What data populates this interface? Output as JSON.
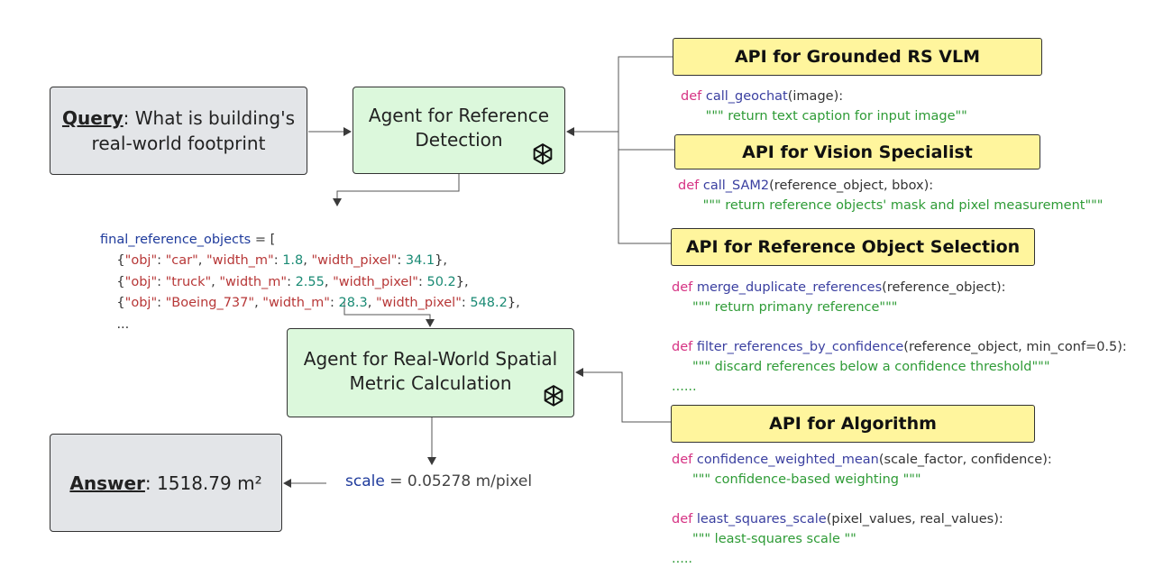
{
  "query": {
    "label": "Query",
    "text": ": What is building's",
    "text2": "real-world footprint"
  },
  "agent_reference": {
    "line1": "Agent for Reference",
    "line2": "Detection"
  },
  "agent_metric": {
    "line1": "Agent for Real-World Spatial",
    "line2": "Metric Calculation"
  },
  "answer": {
    "label": "Answer",
    "text": ": 1518.79 m²"
  },
  "final_refs": {
    "header_var": "final_reference_objects",
    "header_rest": " = [",
    "rows": [
      {
        "k1": "\"obj\"",
        "v1": "\"car\"",
        "k2": "\"width_m\"",
        "v2": "1.8",
        "k3": "\"width_pixel\"",
        "v3": "34.1"
      },
      {
        "k1": "\"obj\"",
        "v1": "\"truck\"",
        "k2": "\"width_m\"",
        "v2": "2.55",
        "k3": "\"width_pixel\"",
        "v3": "50.2"
      },
      {
        "k1": "\"obj\"",
        "v1": "\"Boeing_737\"",
        "k2": "\"width_m\"",
        "v2": "28.3",
        "k3": "\"width_pixel\"",
        "v3": "548.2"
      }
    ],
    "ellipsis": "..."
  },
  "scale": {
    "var": "scale",
    "eq": " = ",
    "value": "0.05278 m/pixel"
  },
  "apis": {
    "grounded": {
      "title": "API for Grounded RS VLM",
      "fn_name": "call_geochat",
      "args": "(image):",
      "doc": "\"\"\" return text caption for input image\"\""
    },
    "vision": {
      "title": "API for Vision Specialist",
      "fn_name": "call_SAM2",
      "args": "(reference_object, bbox):",
      "doc": "\"\"\" return reference objects' mask and pixel measurement\"\"\""
    },
    "selection": {
      "title": "API for Reference Object Selection",
      "fn1_name": "merge_duplicate_references",
      "fn1_args": "(reference_object):",
      "fn1_doc": "\"\"\" return primany reference\"\"\"",
      "fn2_name": "filter_references_by_confidence",
      "fn2_args": "(reference_object, min_conf=0.5):",
      "fn2_doc": "\"\"\" discard references below a confidence threshold\"\"\"",
      "ellipsis": "......"
    },
    "algorithm": {
      "title": "API for Algorithm",
      "fn1_name": "confidence_weighted_mean",
      "fn1_args": "(scale_factor, confidence):",
      "fn1_doc": "\"\"\" confidence-based weighting \"\"\"",
      "fn2_name": "least_squares_scale",
      "fn2_args": "(pixel_values, real_values):",
      "fn2_doc": "\"\"\" least-squares scale \"\"",
      "ellipsis": "....."
    }
  },
  "def_keyword": "def",
  "colors": {
    "gray_box": "#e3e5e8",
    "green_box": "#dcf8dc",
    "yellow_box": "#fff59d"
  }
}
